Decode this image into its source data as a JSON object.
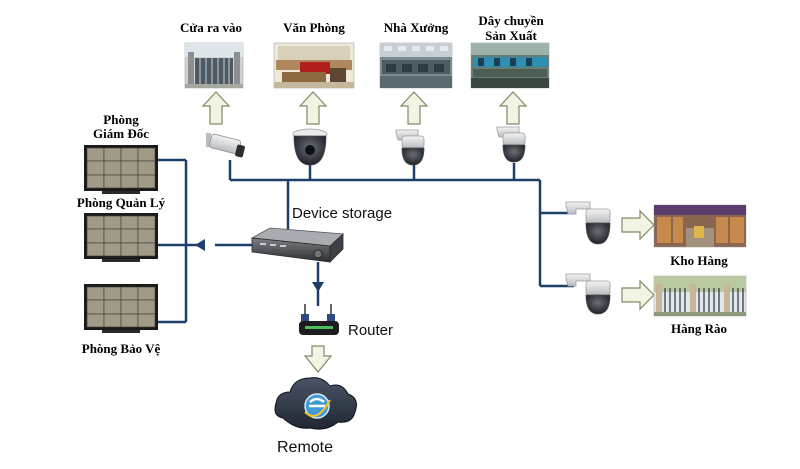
{
  "top_destinations": [
    {
      "label": "Cửa ra vào",
      "icon": "gate-photo"
    },
    {
      "label": "Văn Phòng",
      "icon": "office-photo"
    },
    {
      "label": "Nhà Xưởng",
      "icon": "factory-photo"
    },
    {
      "label_line1": "Dây chuyền",
      "label_line2": "Sản Xuất",
      "icon": "production-line-photo"
    }
  ],
  "monitors": [
    {
      "label_line1": "Phòng",
      "label_line2": "Giám Đốc"
    },
    {
      "label": "Phòng Quản Lý"
    },
    {
      "label": "Phòng Bảo Vệ"
    }
  ],
  "center": {
    "storage_label": "Device storage",
    "router_label": "Router",
    "remote_label": "Remote"
  },
  "right_destinations": [
    {
      "label": "Kho Hàng",
      "icon": "warehouse-photo"
    },
    {
      "label": "Hàng Rào",
      "icon": "fence-photo"
    }
  ],
  "colors": {
    "line": "#1f3f6b",
    "arrow_fill": "#f1f3e3",
    "arrow_stroke": "#7f8a6a",
    "monitor_frame": "#1a1a1a"
  }
}
